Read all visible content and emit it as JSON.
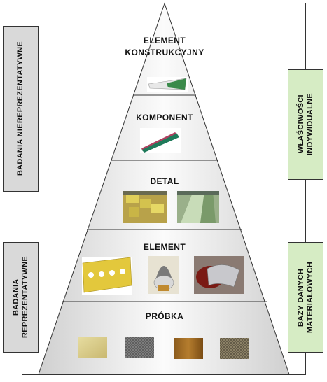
{
  "pyramid": {
    "levels": [
      {
        "id": "element-konstrukcyjny",
        "label": "ELEMENT\nKONSTRUKCYJNY"
      },
      {
        "id": "komponent",
        "label": "KOMPONENT"
      },
      {
        "id": "detal",
        "label": "DETAL"
      },
      {
        "id": "element",
        "label": "ELEMENT"
      },
      {
        "id": "probka",
        "label": "PRÓBKA"
      }
    ]
  },
  "left_labels": {
    "top": "BADANIA NIEREPREZENTATYWNE",
    "bottom": "BADANIA\nREPREZENTATYWNE"
  },
  "right_labels": {
    "top": "WŁAŚCIWOŚCI\nINDYWIDUALNE",
    "bottom": "BAZY DANYCH\nMATERIAŁOWYCH"
  },
  "colors": {
    "left_box": "#d9d9d9",
    "right_box": "#d6ecc4",
    "pyramid_fill": "#f2f2f2",
    "outline": "#333333"
  }
}
